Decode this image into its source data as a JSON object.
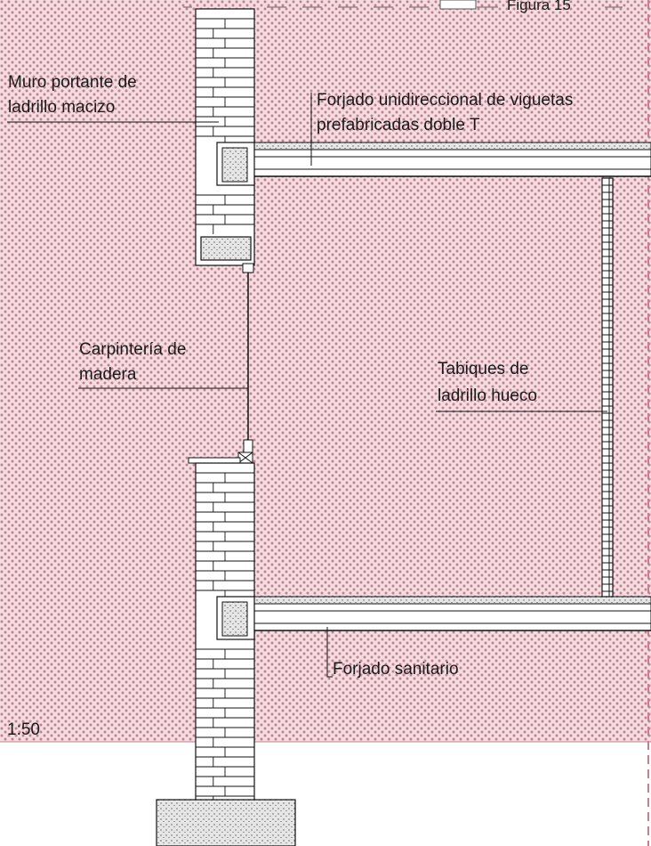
{
  "figure_label": "Figura 15",
  "scale": "1:50",
  "labels": {
    "muro_line1": "Muro portante de",
    "muro_line2": "ladrillo macizo",
    "forjado_line1": "Forjado unidireccional de viguetas",
    "forjado_line2": "prefabricadas  doble T",
    "carpinteria_line1": "Carpintería de",
    "carpinteria_line2": "madera",
    "tabiques_line1": "Tabiques de",
    "tabiques_line2": "ladrillo hueco",
    "forjado_sanitario": "Forjado sanitario"
  },
  "colors": {
    "background": "#ffffff",
    "hatch_fill": "#f2dde1",
    "hatch_dot": "#c77f8f",
    "line": "#222222",
    "concrete": "#d9d9d9"
  }
}
